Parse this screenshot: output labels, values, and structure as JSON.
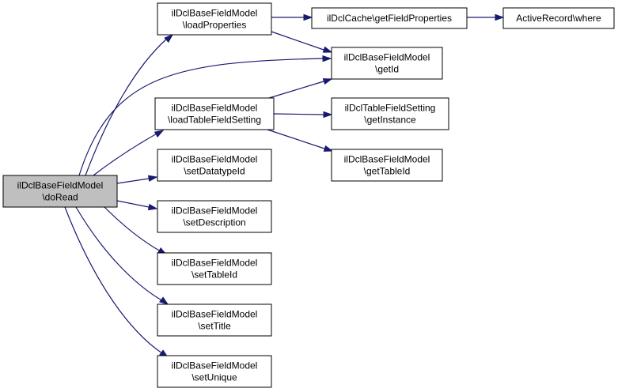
{
  "diagram": {
    "type": "call-graph",
    "colors": {
      "edge": "#191970",
      "root_fill": "#bfbfbf",
      "node_fill": "#ffffff",
      "border": "#000000"
    },
    "nodes": {
      "doRead": {
        "lines": [
          "ilDclBaseFieldModel",
          "\\doRead"
        ],
        "root": true
      },
      "loadProperties": {
        "lines": [
          "ilDclBaseFieldModel",
          "\\loadProperties"
        ]
      },
      "getFieldProps": {
        "lines": [
          "ilDclCache\\getFieldProperties"
        ]
      },
      "arWhere": {
        "lines": [
          "ActiveRecord\\where"
        ]
      },
      "getId": {
        "lines": [
          "ilDclBaseFieldModel",
          "\\getId"
        ]
      },
      "loadTableSetting": {
        "lines": [
          "ilDclBaseFieldModel",
          "\\loadTableFieldSetting"
        ]
      },
      "getInstance": {
        "lines": [
          "ilDclTableFieldSetting",
          "\\getInstance"
        ]
      },
      "getTableId": {
        "lines": [
          "ilDclBaseFieldModel",
          "\\getTableId"
        ]
      },
      "setDatatypeId": {
        "lines": [
          "ilDclBaseFieldModel",
          "\\setDatatypeId"
        ]
      },
      "setDescription": {
        "lines": [
          "ilDclBaseFieldModel",
          "\\setDescription"
        ]
      },
      "setTableId": {
        "lines": [
          "ilDclBaseFieldModel",
          "\\setTableId"
        ]
      },
      "setTitle": {
        "lines": [
          "ilDclBaseFieldModel",
          "\\setTitle"
        ]
      },
      "setUnique": {
        "lines": [
          "ilDclBaseFieldModel",
          "\\setUnique"
        ]
      }
    },
    "edges": [
      {
        "from": "doRead",
        "to": "loadProperties"
      },
      {
        "from": "doRead",
        "to": "getId"
      },
      {
        "from": "doRead",
        "to": "loadTableSetting"
      },
      {
        "from": "doRead",
        "to": "setDatatypeId"
      },
      {
        "from": "doRead",
        "to": "setDescription"
      },
      {
        "from": "doRead",
        "to": "setTableId"
      },
      {
        "from": "doRead",
        "to": "setTitle"
      },
      {
        "from": "doRead",
        "to": "setUnique"
      },
      {
        "from": "loadProperties",
        "to": "getFieldProps"
      },
      {
        "from": "loadProperties",
        "to": "getId"
      },
      {
        "from": "getFieldProps",
        "to": "arWhere"
      },
      {
        "from": "loadTableSetting",
        "to": "getId"
      },
      {
        "from": "loadTableSetting",
        "to": "getInstance"
      },
      {
        "from": "loadTableSetting",
        "to": "getTableId"
      }
    ]
  }
}
